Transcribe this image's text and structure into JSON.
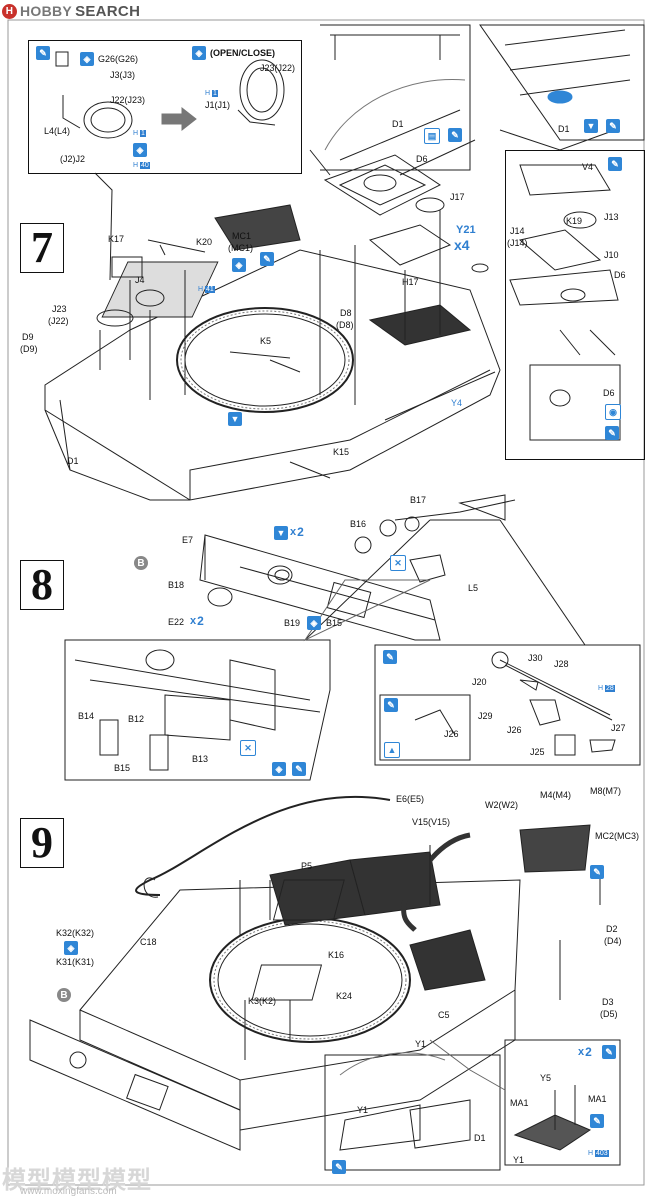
{
  "watermark_top": {
    "mark": "H",
    "brand": "HOBBY",
    "search": "SEARCH"
  },
  "watermark_bottom": {
    "cn": "模型模型模型",
    "url": "www.moxingfans.com"
  },
  "steps": [
    "7",
    "8",
    "9"
  ],
  "callout_icon": "B",
  "step7": {
    "open_close": "(OPEN/CLOSE)",
    "parts": {
      "G26": "G26(G26)",
      "J3": "J3(J3)",
      "J22": "J22(J23)",
      "L4": "L4(L4)",
      "J2": "(J2)J2",
      "J23b": "J23(J22)",
      "J1": "J1(J1)",
      "D1a": "D1",
      "D1b": "D1",
      "D6": "D6",
      "J17": "J17",
      "H17": "H17",
      "Y21": "Y21",
      "x4": "x4",
      "K17": "K17",
      "K20": "K20",
      "MC1": "MC1",
      "MC1b": "(MC1)",
      "J4": "J4",
      "J23c": "J23",
      "J22c": "(J22)",
      "D9": "D9",
      "D9b": "(D9)",
      "K5": "K5",
      "D8": "D8",
      "D8b": "(D8)",
      "Y4": "Y4",
      "K15": "K15",
      "D1c": "D1",
      "V4": "V4",
      "K19": "K19",
      "J13": "J13",
      "J14": "J14",
      "J14b": "(J14)",
      "J10": "J10",
      "D6b": "D6",
      "D6c": "D6"
    },
    "refs": {
      "r1": "1",
      "r2": "1",
      "r3": "40",
      "r4": "41"
    }
  },
  "step8": {
    "parts": {
      "E7": "E7",
      "B16": "B16",
      "B17": "B17",
      "L5": "L5",
      "B18": "B18",
      "E22": "E22",
      "B19": "B19",
      "B15": "B15",
      "B14": "B14",
      "B12": "B12",
      "B13": "B13",
      "B15b": "B15",
      "J30": "J30",
      "J28": "J28",
      "J20": "J20",
      "J29": "J29",
      "J26": "J26",
      "J26b": "J26",
      "J25": "J25",
      "J27": "J27"
    },
    "x2a": "2",
    "x2b": "2",
    "refs": {
      "r1": "28"
    }
  },
  "step9": {
    "parts": {
      "E6": "E6(E5)",
      "M4": "M4(M4)",
      "M8": "M8(M7)",
      "V15": "V15(V15)",
      "W2": "W2(W2)",
      "MC2": "MC2(MC3)",
      "P5": "P5",
      "C18": "C18",
      "K32": "K32(K32)",
      "K31": "K31(K31)",
      "K16": "K16",
      "K3": "K3(K2)",
      "K24": "K24",
      "D2": "D2",
      "D4": "(D4)",
      "D3": "D3",
      "D5": "(D5)",
      "C5": "C5",
      "Y1a": "Y1",
      "Y1b": "Y1",
      "D1": "D1",
      "Y5": "Y5",
      "MA1a": "MA1",
      "MA1b": "MA1",
      "Y1c": "Y1"
    },
    "x2": "2",
    "refs": {
      "r1": "403"
    }
  }
}
